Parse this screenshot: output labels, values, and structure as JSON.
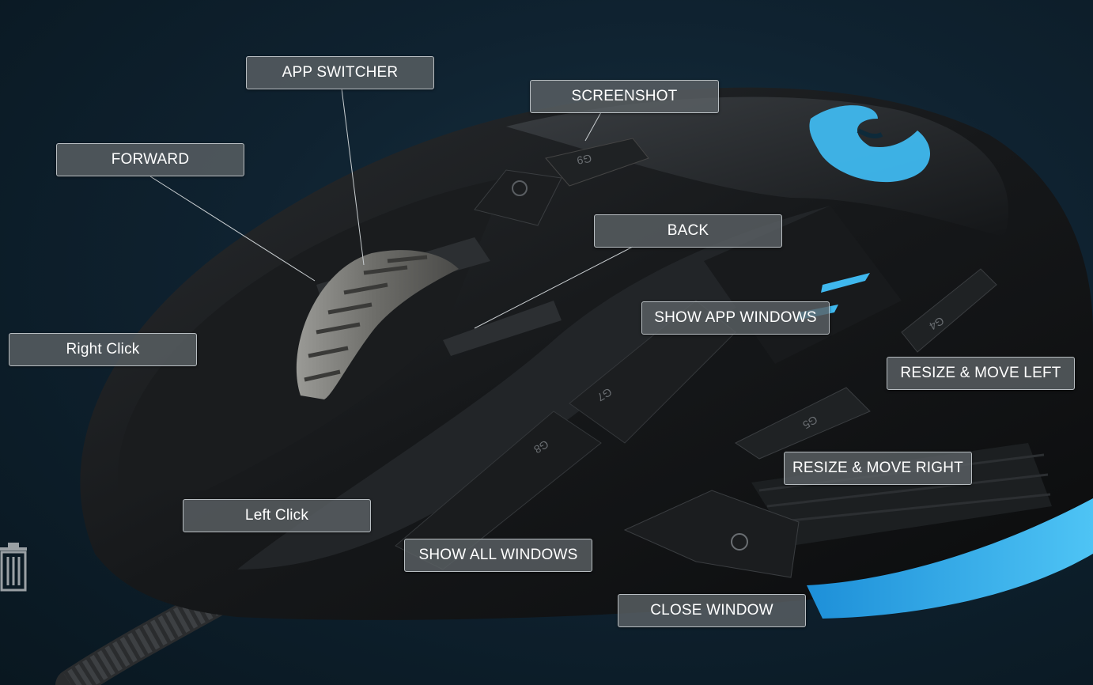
{
  "labels": {
    "app_switcher": "APP SWITCHER",
    "screenshot": "SCREENSHOT",
    "forward": "FORWARD",
    "back": "BACK",
    "show_app_windows": "SHOW APP WINDOWS",
    "right_click": "Right Click",
    "resize_move_left": "RESIZE & MOVE LEFT",
    "resize_move_right": "RESIZE & MOVE RIGHT",
    "left_click": "Left Click",
    "show_all_windows": "SHOW ALL WINDOWS",
    "close_window": "CLOSE WINDOW"
  },
  "key_marks": {
    "g9": "G9",
    "g7": "G7",
    "g8": "G8",
    "g4": "G4",
    "g5": "G5"
  },
  "icons": {
    "logo": "logitech-g-logo-icon",
    "trash": "trash-icon"
  },
  "colors": {
    "accent": "#3fb8ee",
    "label_bg": "#5a6064",
    "label_border": "#b8bec2",
    "background": "#0f2230"
  }
}
